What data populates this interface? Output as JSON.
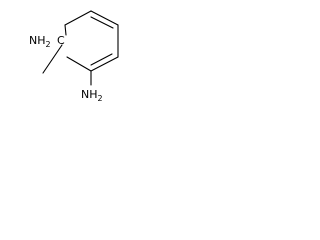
{
  "structure": {
    "labels": {
      "amine_top": "NH2",
      "amine_top_text": "H",
      "amine_top_sub": "2",
      "amine_top_n": "N",
      "carbon": "C",
      "amine_bottom_text": "NH",
      "amine_bottom_sub": "2"
    },
    "colors": {
      "bond": "#000000",
      "text": "#000000",
      "background": "#ffffff"
    }
  }
}
